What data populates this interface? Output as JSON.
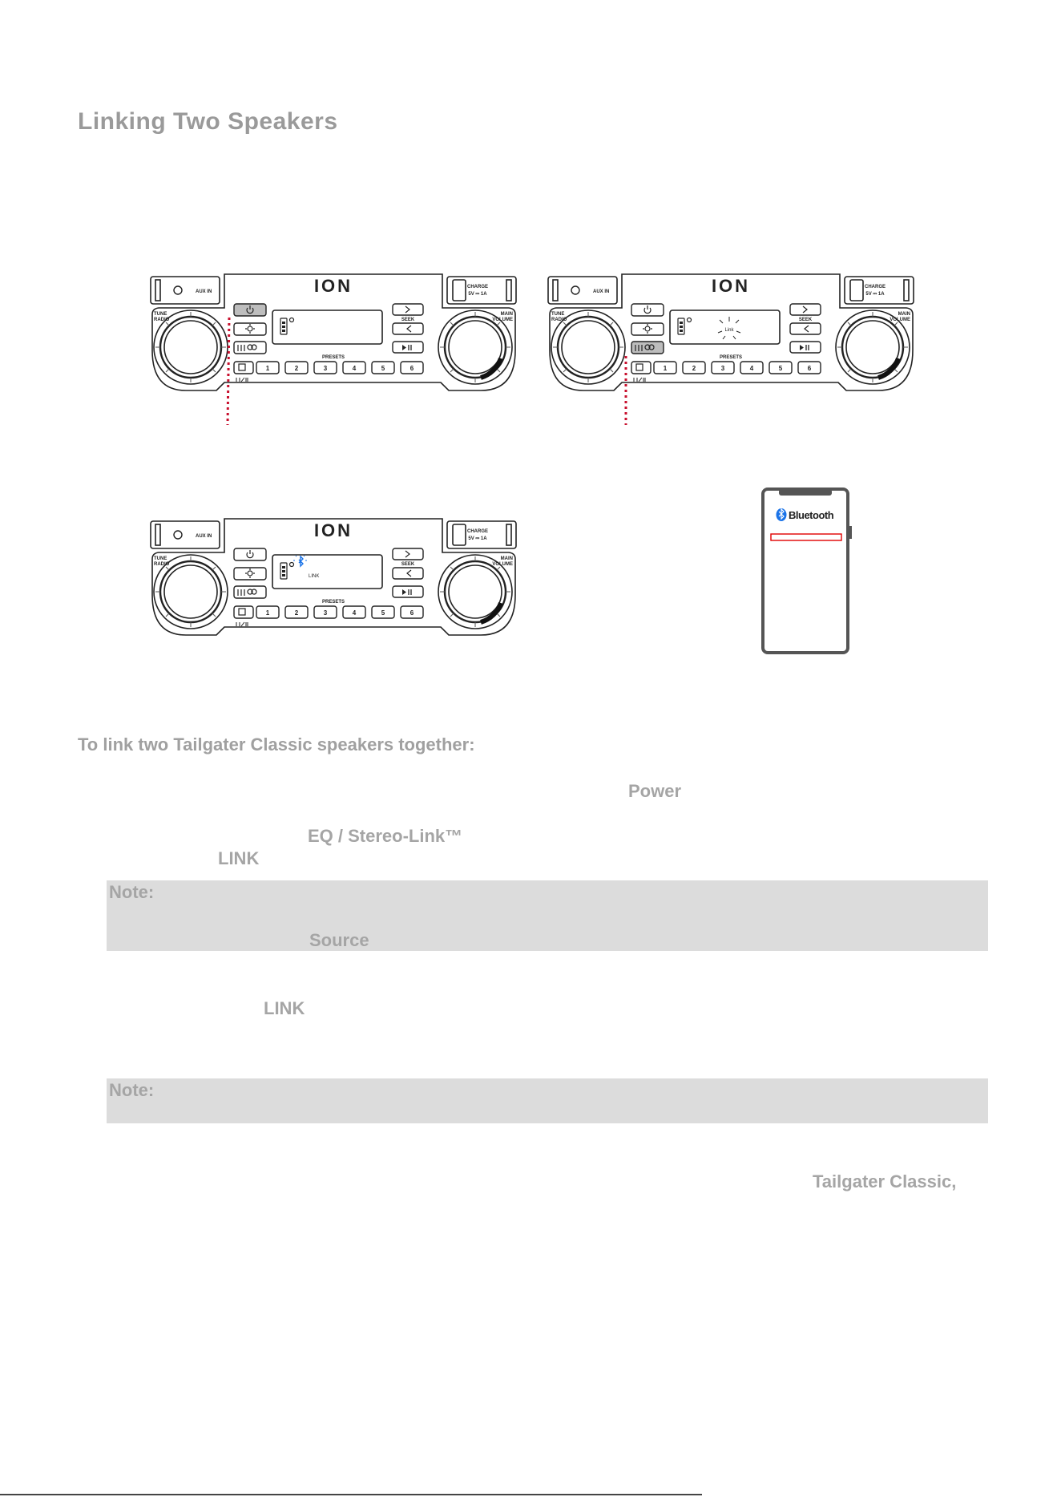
{
  "page": {
    "title": "Linking Two Speakers",
    "subtitle": "To link two Tailgater Classic speakers together:",
    "keywords": {
      "power": "Power",
      "eq_stereo_link": "EQ / Stereo-Link™",
      "link_1": "LINK",
      "note_1": "Note:",
      "source": "Source",
      "link_2": "LINK",
      "note_2": "Note:",
      "tailgater": "Tailgater Classic,"
    }
  },
  "device": {
    "logo": "ION",
    "aux_in": "AUX IN",
    "charge": "CHARGE",
    "charge_spec": "5V ⎓ 1A",
    "tune": "TUNE",
    "radio": "RADIO",
    "main": "MAIN",
    "volume": "VOLUME",
    "seek": "SEEK",
    "presets_label": "PRESETS",
    "presets": [
      "1",
      "2",
      "3",
      "4",
      "5",
      "6"
    ],
    "display_link": "LINK",
    "display_link_flash": "Link"
  },
  "phone": {
    "bluetooth_label": "Bluetooth"
  },
  "colors": {
    "callout": "#c8102e",
    "bluetooth": "#1a73e8",
    "note_bg": "#dcdcdc",
    "highlight": "#e00000"
  },
  "icons": [
    "power-icon",
    "light-icon",
    "eq-icon",
    "link-icon",
    "source-icon",
    "seek-forward-icon",
    "seek-back-icon",
    "play-pause-icon",
    "battery-icon",
    "bluetooth-icon"
  ]
}
